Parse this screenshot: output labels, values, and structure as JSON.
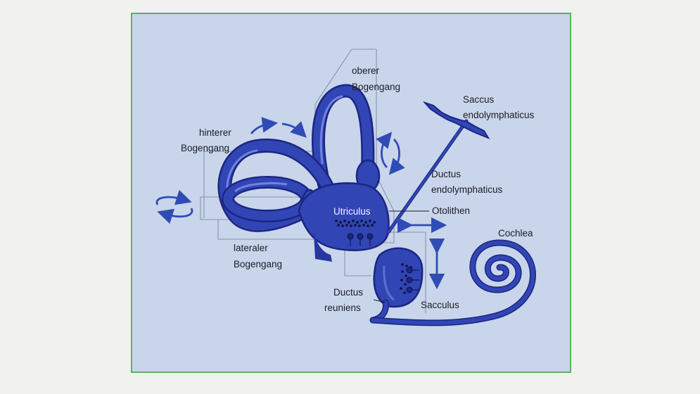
{
  "labels": {
    "oberer": [
      "oberer",
      "Bogengang"
    ],
    "hinterer": [
      "hinterer",
      "Bogengang"
    ],
    "lateraler": [
      "lateraler",
      "Bogengang"
    ],
    "saccus": [
      "Saccus",
      "endolymphaticus"
    ],
    "ductus_endo": [
      "Ductus",
      "endolymphaticus"
    ],
    "otolithen": "Otolithen",
    "utriculus": "Utriculus",
    "cochlea": "Cochlea",
    "sacculus": "Sacculus",
    "ductus_reuniens": [
      "Ductus",
      "reuniens"
    ]
  },
  "colors": {
    "background": "#f1f1ef",
    "panel": "#c9d5ea",
    "frame_border": "#53b757",
    "organ": "#3245b5",
    "organ_dark": "#1a2682",
    "organ_light": "#5b6fd4",
    "outline": "#8a93a8",
    "arrow": "#2f4cb6"
  }
}
